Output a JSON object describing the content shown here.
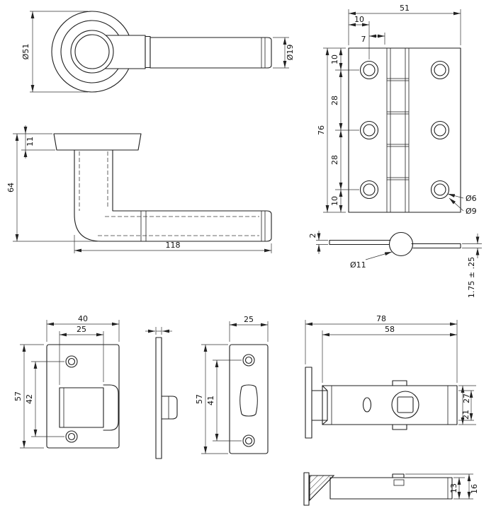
{
  "meta": {
    "title": "Lever handle, hinge and tubular latch - dimensioned technical drawing"
  },
  "dims": {
    "handle_front": {
      "rose_dia": "Ø51",
      "lever_dia": "Ø19"
    },
    "handle_side": {
      "rose_thickness": "11",
      "overall_height": "64",
      "overall_length": "118"
    },
    "hinge_front": {
      "width": "51",
      "edge_to_holes": "10",
      "holes_to_knuckle": "7",
      "height": "76",
      "top_margin": "10",
      "pitch_upper": "28",
      "pitch_lower": "28",
      "bottom_margin": "10",
      "hole_dia": "Ø6",
      "countersink_dia": "Ø9"
    },
    "hinge_side": {
      "leaf_thickness": "2",
      "knuckle_dia": "Ø11",
      "pin_tolerance": "1.75 ± .25"
    },
    "latch_faceplate": {
      "overall_width": "40",
      "bolt_width": "25",
      "height": "57",
      "hole_pitch": "42"
    },
    "strike_plate": {
      "width": "25",
      "height": "57",
      "hole_pitch": "41"
    },
    "latch_body": {
      "overall_length": "78",
      "case_length": "58",
      "case_height": "27",
      "tube_height": "21",
      "case_thickness": "13",
      "overall_thickness": "16"
    }
  }
}
